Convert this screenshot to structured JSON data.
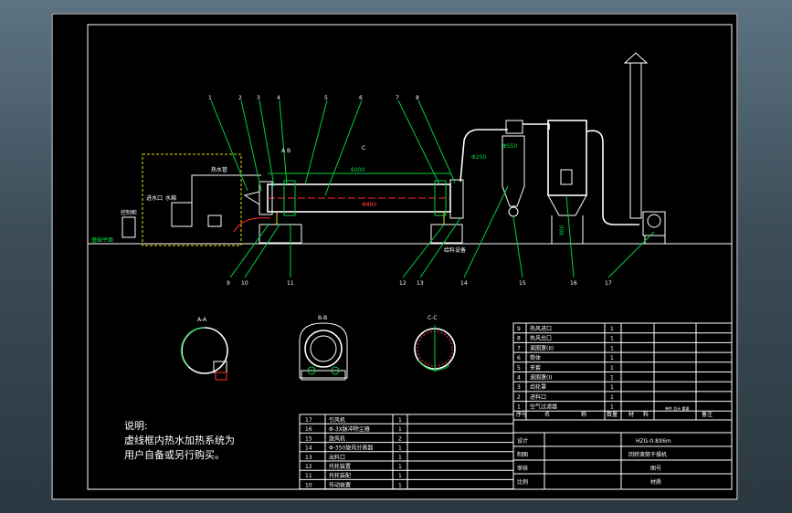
{
  "part_numbers_top": [
    "1",
    "2",
    "3",
    "4",
    "5",
    "6",
    "7",
    "8"
  ],
  "part_numbers_bottom": [
    "9",
    "10",
    "11",
    "12",
    "13",
    "14",
    "15",
    "16",
    "17"
  ],
  "dimensions": {
    "length": "6000",
    "diameter": "Φ880",
    "duct_a": "Φ250",
    "duct_b": "Φ550",
    "height": "900"
  },
  "labels": {
    "section_marks": [
      "A",
      "B",
      "C"
    ],
    "feeder_label": "给料设备",
    "left_label_a": "热水管",
    "left_label_b": "进水口",
    "tank_label": "水箱",
    "left_sign": "控制柜",
    "ground_label": "基础平面"
  },
  "section_titles": [
    "A-A",
    "B-B",
    "C-C"
  ],
  "note": {
    "line1": "说明:",
    "line2": "虚线框内热水加热系统为",
    "line3": "用户自备或另行购买。"
  },
  "bom_upper": [
    {
      "no": "9",
      "name": "热风进口",
      "qty": "1"
    },
    {
      "no": "8",
      "name": "热风出口",
      "qty": "1"
    },
    {
      "no": "7",
      "name": "滚圈罩(II)",
      "qty": "1"
    },
    {
      "no": "6",
      "name": "筒体",
      "qty": "1"
    },
    {
      "no": "5",
      "name": "夹套",
      "qty": "1"
    },
    {
      "no": "4",
      "name": "滚圈罩(I)",
      "qty": "1"
    },
    {
      "no": "3",
      "name": "齿轮罩",
      "qty": "1"
    },
    {
      "no": "2",
      "name": "进料口",
      "qty": "1"
    },
    {
      "no": "1",
      "name": "空气过滤器",
      "qty": "1"
    }
  ],
  "bom_upper_header": [
    "序号",
    "名",
    "称",
    "数量",
    "材",
    "料",
    "备注",
    "单件 总计 重量"
  ],
  "bom_lower": [
    {
      "no": "17",
      "name": "引风机",
      "qty": "1"
    },
    {
      "no": "16",
      "name": "Φ-3X脉冲除尘器",
      "qty": "1"
    },
    {
      "no": "15",
      "name": "旋风机",
      "qty": "2"
    },
    {
      "no": "14",
      "name": "Φ-350旋风分离器",
      "qty": "1"
    },
    {
      "no": "13",
      "name": "出料口",
      "qty": "1"
    },
    {
      "no": "12",
      "name": "托轮装置",
      "qty": "1"
    },
    {
      "no": "11",
      "name": "托轮装配",
      "qty": "1"
    },
    {
      "no": "10",
      "name": "传动装置",
      "qty": "1"
    }
  ],
  "title_block": {
    "design": "设计",
    "draw": "制图",
    "check": "审核",
    "scale": "比例",
    "model": "HZG-0.8X6m",
    "product": "回转滚筒干燥机",
    "drawing_no": "图号",
    "material": "材质"
  }
}
